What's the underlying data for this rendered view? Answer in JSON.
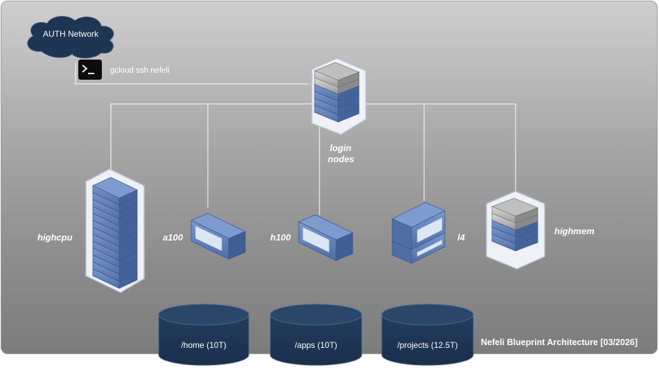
{
  "network": {
    "label": "AUTH Network",
    "icon": "cloud-icon"
  },
  "access": {
    "command": "gcloud ssh nefeli",
    "icon": "terminal-icon"
  },
  "login": {
    "label_line1": "login",
    "label_line2": "nodes",
    "icon": "server-rack-icon"
  },
  "partitions": [
    {
      "label": "highcpu",
      "icon": "server-tower-icon"
    },
    {
      "label": "a100",
      "icon": "gpu-server-icon"
    },
    {
      "label": "h100",
      "icon": "gpu-server-icon"
    },
    {
      "label": "l4",
      "icon": "gpu-server-stack-icon"
    },
    {
      "label": "highmem",
      "icon": "server-rack-icon"
    }
  ],
  "storage": [
    {
      "label": "/home (10T)",
      "icon": "disk-icon"
    },
    {
      "label": "/apps (10T)",
      "icon": "disk-icon"
    },
    {
      "label": "/projects (12.5T)",
      "icon": "disk-icon"
    }
  ],
  "footer": {
    "title": "Nefeli Blueprint Architecture [03/2026]"
  },
  "colors": {
    "background_top": "#cfcfcf",
    "background_bottom": "#7c7c7c",
    "cloud": "#1f3554",
    "server_blue": "#5b7bb1",
    "disk": "#1f3554",
    "connector": "#ffffff"
  }
}
